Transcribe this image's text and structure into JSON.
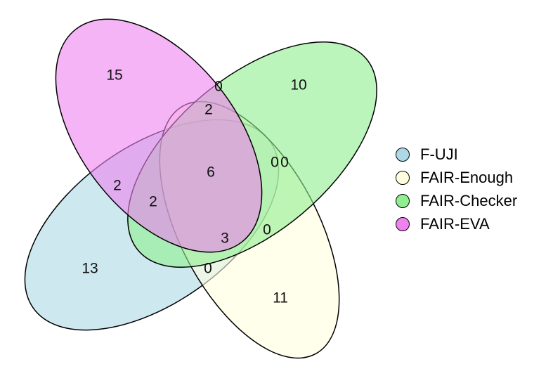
{
  "chart_data": {
    "type": "venn",
    "sets": [
      {
        "name": "F-UJI",
        "color": "#ADD8E6"
      },
      {
        "name": "FAIR-Enough",
        "color": "#FFFFE0"
      },
      {
        "name": "FAIR-Checker",
        "color": "#90EE90"
      },
      {
        "name": "FAIR-EVA",
        "color": "#EE82EE"
      }
    ],
    "regions": [
      {
        "sets": [
          "FAIR-EVA"
        ],
        "value": "15"
      },
      {
        "sets": [
          "FAIR-Checker"
        ],
        "value": "10"
      },
      {
        "sets": [
          "F-UJI"
        ],
        "value": "13"
      },
      {
        "sets": [
          "FAIR-Enough"
        ],
        "value": "11"
      },
      {
        "sets": [
          "FAIR-EVA",
          "FAIR-Checker"
        ],
        "value": "0"
      },
      {
        "sets": [
          "FAIR-Enough",
          "FAIR-Checker",
          "FAIR-EVA"
        ],
        "value": "2"
      },
      {
        "sets": [
          "F-UJI",
          "FAIR-Enough",
          "FAIR-Checker",
          "FAIR-EVA"
        ],
        "value": "6"
      },
      {
        "sets": [
          "F-UJI",
          "FAIR-Checker"
        ],
        "value": "0"
      },
      {
        "sets": [
          "F-UJI",
          "FAIR-Enough",
          "FAIR-Checker"
        ],
        "value": "0"
      },
      {
        "sets": [
          "F-UJI",
          "FAIR-EVA"
        ],
        "value": "2"
      },
      {
        "sets": [
          "F-UJI",
          "FAIR-Checker",
          "FAIR-EVA"
        ],
        "value": "2"
      },
      {
        "sets": [
          "F-UJI",
          "FAIR-Enough",
          "FAIR-EVA"
        ],
        "value": "3"
      },
      {
        "sets": [
          "FAIR-Enough",
          "FAIR-EVA"
        ],
        "value": "0"
      },
      {
        "sets": [
          "F-UJI",
          "FAIR-Enough"
        ],
        "value": "0"
      }
    ]
  },
  "legend": {
    "items": [
      {
        "label": "F-UJI",
        "color": "#ADD8E6"
      },
      {
        "label": "FAIR-Enough",
        "color": "#FFFFE0"
      },
      {
        "label": "FAIR-Checker",
        "color": "#90EE90"
      },
      {
        "label": "FAIR-EVA",
        "color": "#EE82EE"
      }
    ]
  }
}
